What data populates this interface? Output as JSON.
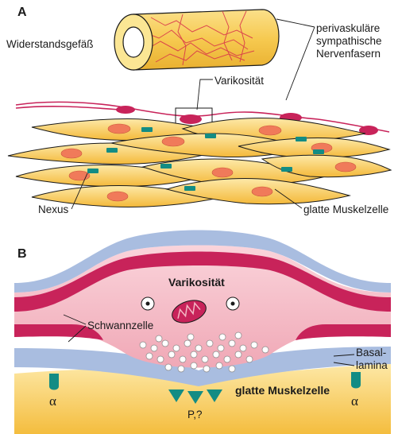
{
  "panel_a": {
    "letter": "A",
    "vessel_label": "Widerstandsgefäß",
    "nerve_label_lines": [
      "perivaskuläre",
      "sympathische",
      "Nervenfasern"
    ],
    "varicosity_label": "Varikosität",
    "nexus_label": "Nexus",
    "muscle_label": "glatte Muskelzelle"
  },
  "panel_b": {
    "letter": "B",
    "varicosity_label": "Varikosität",
    "schwann_label": "Schwannzelle",
    "basal_label_lines": [
      "Basal-",
      "lamina"
    ],
    "receptor_left": "α",
    "receptor_right": "α",
    "junction_label": "P,?",
    "muscle_label": "glatte Muskelzelle"
  },
  "colors": {
    "muscle_fill": "#f6c94f",
    "muscle_light": "#fce7a0",
    "nucleus": "#f07a5a",
    "nexus": "#138c84",
    "nerve": "#c8235a",
    "varicosity_fill": "#f3b8c4",
    "basal_lamina": "#a9bde0",
    "outline": "#1a1a1a"
  }
}
